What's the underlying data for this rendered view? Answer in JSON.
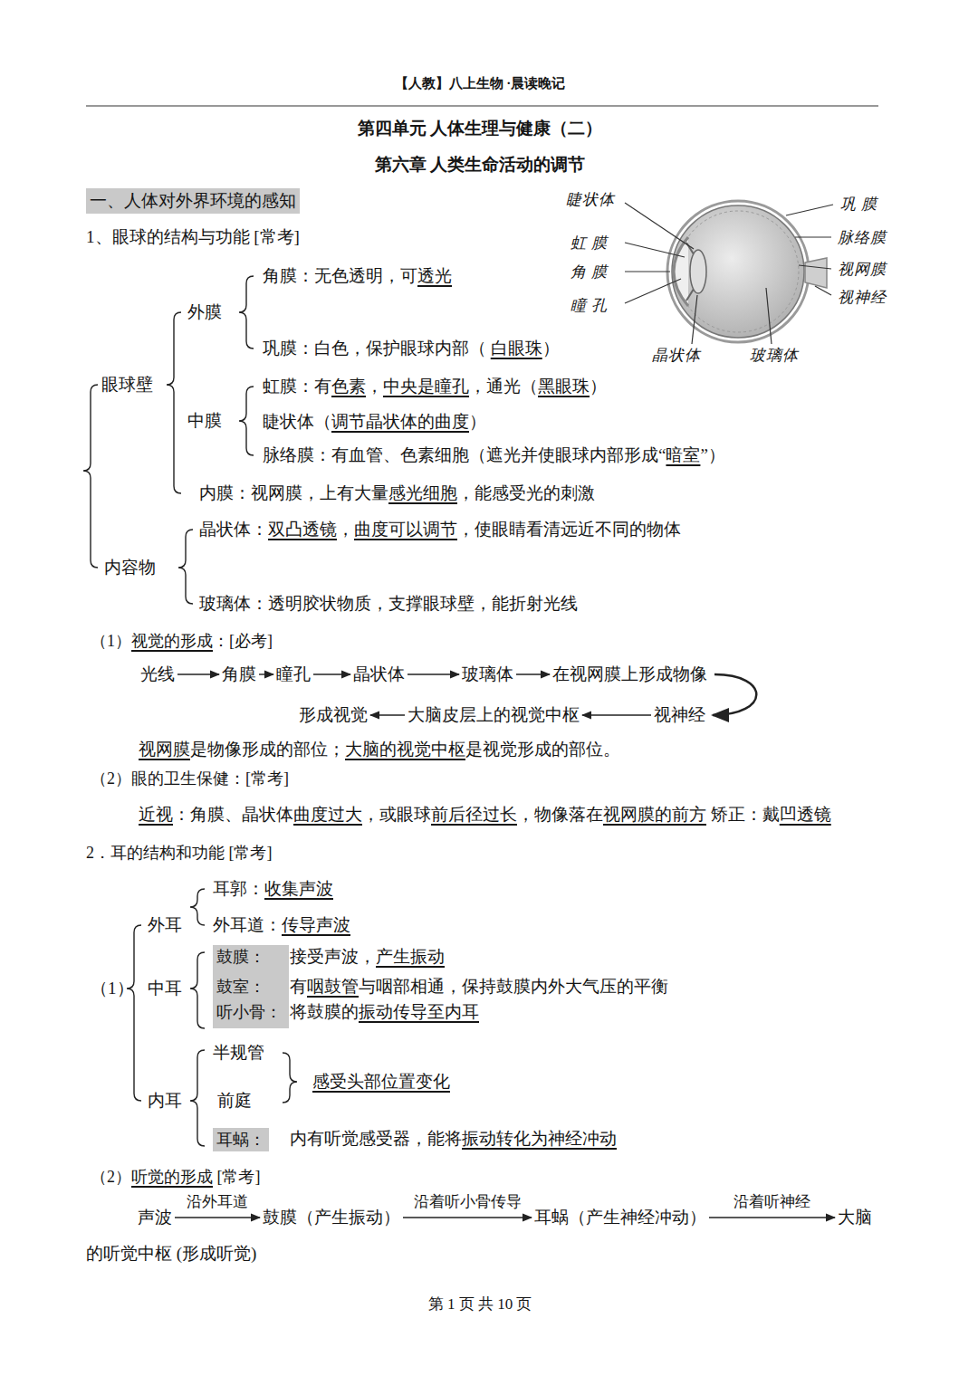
{
  "diagram": {
    "title": "第四单元 人体生理与健康（二）",
    "nodes": [
      {
        "text": [
          "一、人体对外界环境的感知"
        ]
      },
      {
        "text": [
          "光线"
        ]
      },
      {
        "text": [
          "角膜"
        ]
      },
      {
        "text": [
          "瞳孔"
        ]
      },
      {
        "text": [
          "晶状体"
        ]
      },
      {
        "text": [
          "玻璃体"
        ]
      },
      {
        "text": [
          "在视网膜上形成物像"
        ]
      },
      {
        "text": [
          "视神经"
        ]
      },
      {
        "text": [
          "大脑皮层上的视觉中枢"
        ]
      },
      {
        "text": [
          "形成视觉"
        ]
      },
      {
        "text": [
          "鼓膜：",
          "鼓室：",
          "听小骨："
        ]
      },
      {
        "text": [
          "耳蜗："
        ]
      },
      {
        "text": [
          "声波"
        ]
      },
      {
        "text": [
          "鼓膜（产生振动）"
        ]
      },
      {
        "text": [
          "耳蜗（产生神经冲动）"
        ]
      },
      {
        "text": [
          "大脑"
        ]
      }
    ],
    "edges": [
      {
        "from": 1,
        "to": 2,
        "arrow": "to"
      },
      {
        "from": 2,
        "to": 3,
        "arrow": "to"
      },
      {
        "from": 3,
        "to": 4,
        "arrow": "to"
      },
      {
        "from": 4,
        "to": 5,
        "arrow": "to"
      },
      {
        "from": 5,
        "to": 6,
        "arrow": "to"
      },
      {
        "from": 6,
        "to": 7,
        "arrow": "to"
      },
      {
        "from": 7,
        "to": 8,
        "arrow": "to"
      },
      {
        "from": 8,
        "to": 9,
        "arrow": "to"
      },
      {
        "from": 12,
        "to": 13,
        "label": "沿外耳道",
        "arrow": "to"
      },
      {
        "from": 13,
        "to": 14,
        "label": "沿着听小骨传导",
        "arrow": "to"
      },
      {
        "from": 14,
        "to": 15,
        "label": "沿着听神经",
        "arrow": "to"
      }
    ],
    "labels": [
      "【人教】八上生物 ·晨读晚记",
      "第四单元 人体生理与健康（二）",
      "第六章 人类生命活动的调节",
      "睫状体",
      "虹 膜",
      "角 膜",
      "瞳 孔",
      "晶状体",
      "玻璃体",
      "巩 膜",
      "脉络膜",
      "视网膜",
      "视神经",
      "1、眼球的结构与功能 [常考]",
      "外膜",
      "角膜：无色透明，可",
      "透光",
      "巩膜：白色，保护眼球内部（ ",
      "白眼珠",
      "）",
      "眼球壁",
      "虹膜：有",
      "色素",
      "，",
      "中央是瞳孔",
      "，通光（",
      "黑眼珠",
      "）",
      "中膜",
      "睫状体（",
      "调节晶状体的曲度",
      "）",
      "脉络膜：有血管、色素细胞（遮光并使眼球内部形成“",
      "暗室",
      "”）",
      "内膜：视网膜，上有大量",
      "感光细胞",
      "，能感受光的刺激",
      "晶状体：",
      "双凸透镜",
      "，",
      "曲度可以调节",
      "，使眼睛看清远近不同的物体",
      "内容物",
      "玻璃体：透明胶状物质，支撑眼球壁，能折射光线",
      "（1）",
      "视觉的形成",
      "：[必考]",
      "视网膜",
      "是物像形成的部位；",
      "大脑的视觉中枢",
      "是视觉形成的部位。",
      "（2）眼的卫生保健：[常考]",
      "近视",
      "：角膜、晶状体",
      "曲度过大",
      "，或眼球",
      "前后径过长",
      "，物像落在",
      "视网膜的前方",
      " 矫正：戴",
      "凹透镜",
      "2．耳的结构和功能 [常考]",
      "耳郭：",
      "收集声波",
      "外耳道：",
      "传导声波",
      "外耳",
      "接受声波，",
      "产生振动",
      "（1）",
      "中耳",
      "有",
      "咽鼓管",
      "与咽部相通，保持鼓膜内外大气压的平衡",
      "将鼓膜的",
      "振动传导至内耳",
      "半规管",
      "感受头部位置变化",
      "前庭",
      "内耳",
      "内有听觉感受器，能将",
      "振动转化为神经冲动",
      "（2）",
      "听觉的形成",
      " [常考]",
      "的听觉中枢 (形成听觉)",
      "第 1 页 共 10 页"
    ]
  }
}
